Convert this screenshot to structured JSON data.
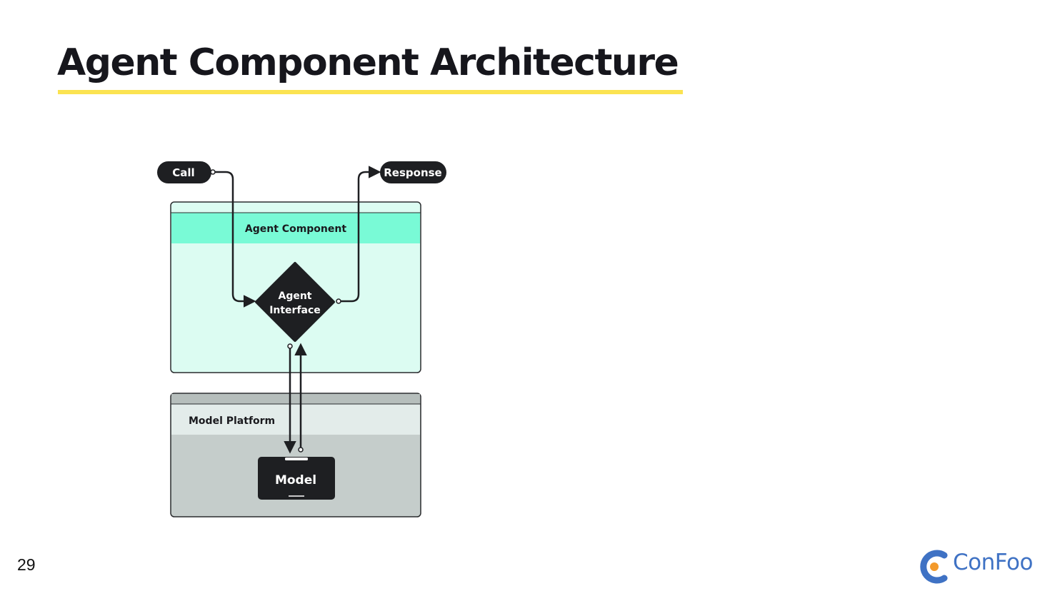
{
  "slide": {
    "title": "Agent Component Architecture",
    "page_number": "29"
  },
  "diagram": {
    "call_label": "Call",
    "response_label": "Response",
    "agent_component_label": "Agent Component",
    "agent_interface_line1": "Agent",
    "agent_interface_line2": "Interface",
    "model_platform_label": "Model Platform",
    "model_label": "Model"
  },
  "logo": {
    "text": "ConFoo",
    "colors": {
      "c_blue": "#3f72c4",
      "dot_orange": "#f39a2b",
      "text_blue": "#3f72c4"
    }
  },
  "colors": {
    "title_underline": "#fbe351",
    "agent_component_header": "#79fad6",
    "agent_component_body": "#dcfcf2",
    "model_platform_header": "#e3ecea",
    "model_platform_body": "#c5cdcb",
    "dark": "#1e1f22"
  }
}
